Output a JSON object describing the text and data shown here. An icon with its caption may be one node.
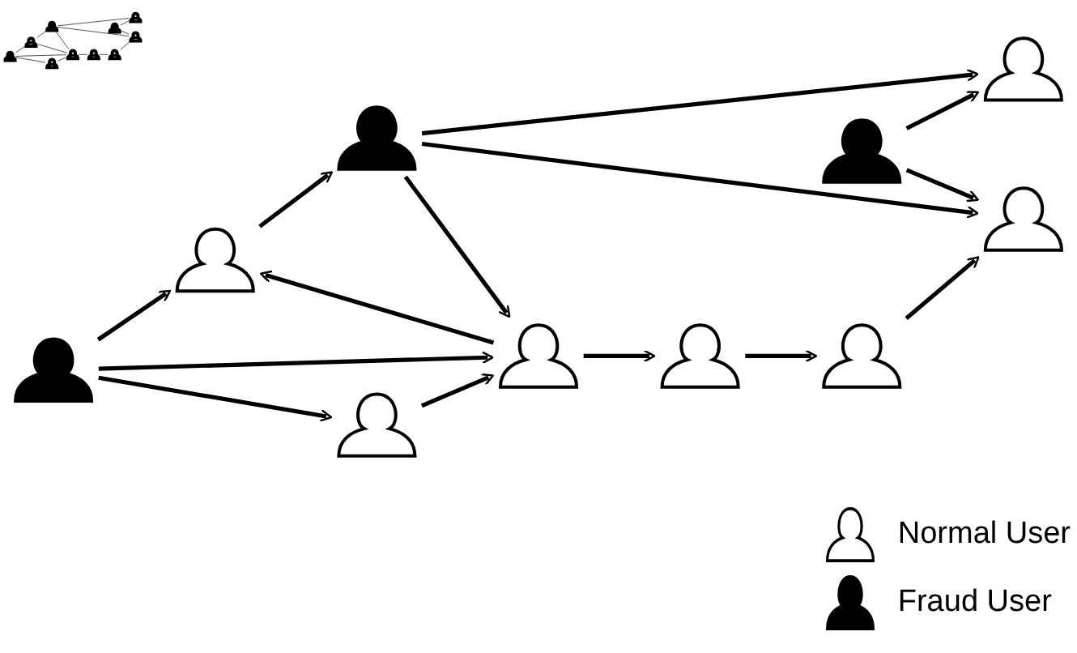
{
  "diagram": {
    "nodes": [
      {
        "text": [],
        "shape": "person"
      },
      {
        "text": [],
        "shape": "person"
      },
      {
        "text": [],
        "shape": "person"
      },
      {
        "text": [],
        "shape": "person"
      },
      {
        "text": [],
        "shape": "person"
      },
      {
        "text": [],
        "shape": "person"
      },
      {
        "text": [],
        "shape": "person"
      },
      {
        "text": [],
        "shape": "person"
      },
      {
        "text": [],
        "shape": "person"
      },
      {
        "text": [],
        "shape": "person"
      }
    ],
    "edges": [
      {
        "from": 0,
        "to": 1,
        "arrow": "to"
      },
      {
        "from": 1,
        "to": 2,
        "arrow": "to"
      },
      {
        "from": 1,
        "to": 4,
        "arrow": "to"
      },
      {
        "from": 1,
        "to": 6,
        "arrow": "to"
      },
      {
        "from": 3,
        "to": 0,
        "arrow": "to"
      },
      {
        "from": 3,
        "to": 4,
        "arrow": "to"
      },
      {
        "from": 3,
        "to": 7,
        "arrow": "to"
      },
      {
        "from": 4,
        "to": 0,
        "arrow": "to"
      },
      {
        "from": 4,
        "to": 8,
        "arrow": "to"
      },
      {
        "from": 5,
        "to": 6,
        "arrow": "to"
      },
      {
        "from": 7,
        "to": 4,
        "arrow": "to"
      },
      {
        "from": 8,
        "to": 5,
        "arrow": "to"
      },
      {
        "from": 9,
        "to": 6,
        "arrow": "to"
      },
      {
        "from": 9,
        "to": 2,
        "arrow": "to"
      }
    ],
    "legend": [
      {
        "text": "Normal User"
      },
      {
        "text": "Fraud User"
      }
    ]
  }
}
